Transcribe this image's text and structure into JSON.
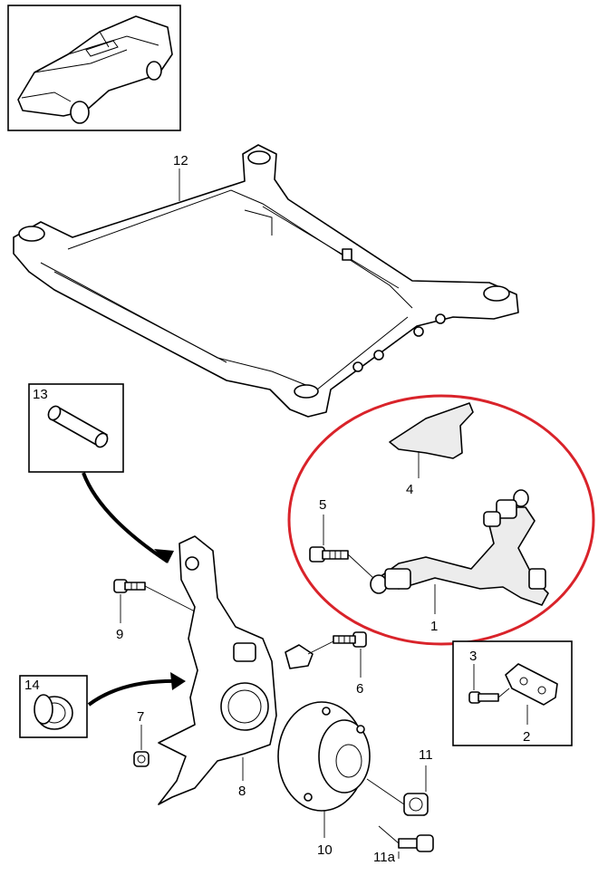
{
  "callouts": {
    "c1": "1",
    "c2": "2",
    "c3": "3",
    "c4": "4",
    "c5": "5",
    "c6": "6",
    "c7": "7",
    "c8": "8",
    "c9": "9",
    "c10": "10",
    "c11": "11",
    "c11a": "11a",
    "c12": "12",
    "c13": "13",
    "c14": "14"
  },
  "colors": {
    "highlight_ellipse": "#d9232a",
    "line": "#000000",
    "background": "#ffffff"
  }
}
